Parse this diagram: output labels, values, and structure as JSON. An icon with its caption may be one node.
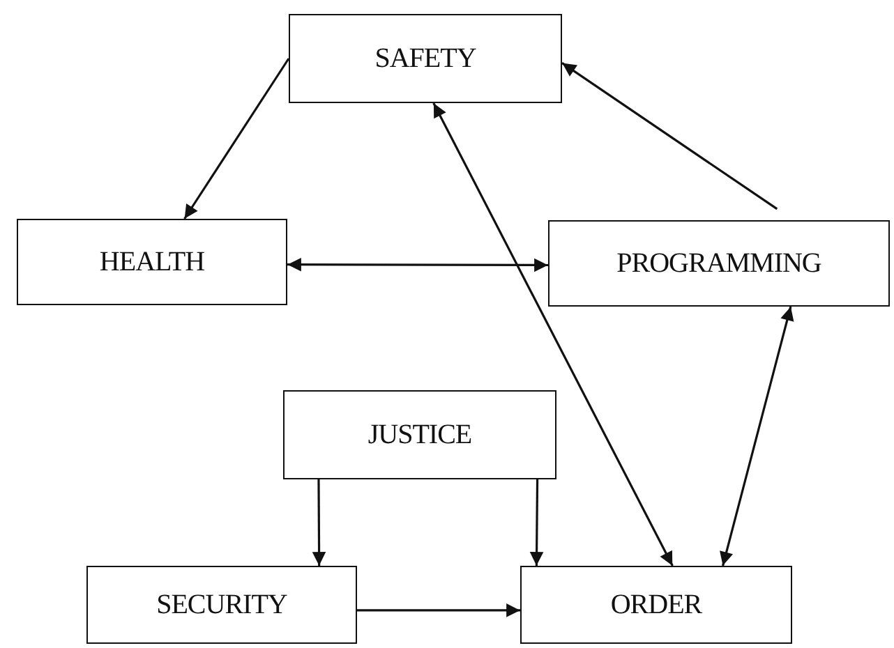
{
  "diagram": {
    "nodes": [
      {
        "text": [
          "SAFETY"
        ]
      },
      {
        "text": [
          "HEALTH"
        ]
      },
      {
        "text": [
          "PROGRAMMING"
        ]
      },
      {
        "text": [
          "JUSTICE"
        ]
      },
      {
        "text": [
          "SECURITY"
        ]
      },
      {
        "text": [
          "ORDER"
        ]
      }
    ],
    "edges": [
      {
        "from": 0,
        "to": 1,
        "arrow": "to"
      },
      {
        "from": 1,
        "to": 2,
        "arrow": "both"
      },
      {
        "from": 2,
        "to": 0,
        "arrow": "to"
      },
      {
        "from": 0,
        "to": 5,
        "arrow": "both"
      },
      {
        "from": 2,
        "to": 5,
        "arrow": "both"
      },
      {
        "from": 3,
        "to": 4,
        "arrow": "to"
      },
      {
        "from": 3,
        "to": 5,
        "arrow": "to"
      },
      {
        "from": 4,
        "to": 5,
        "arrow": "to"
      }
    ]
  }
}
